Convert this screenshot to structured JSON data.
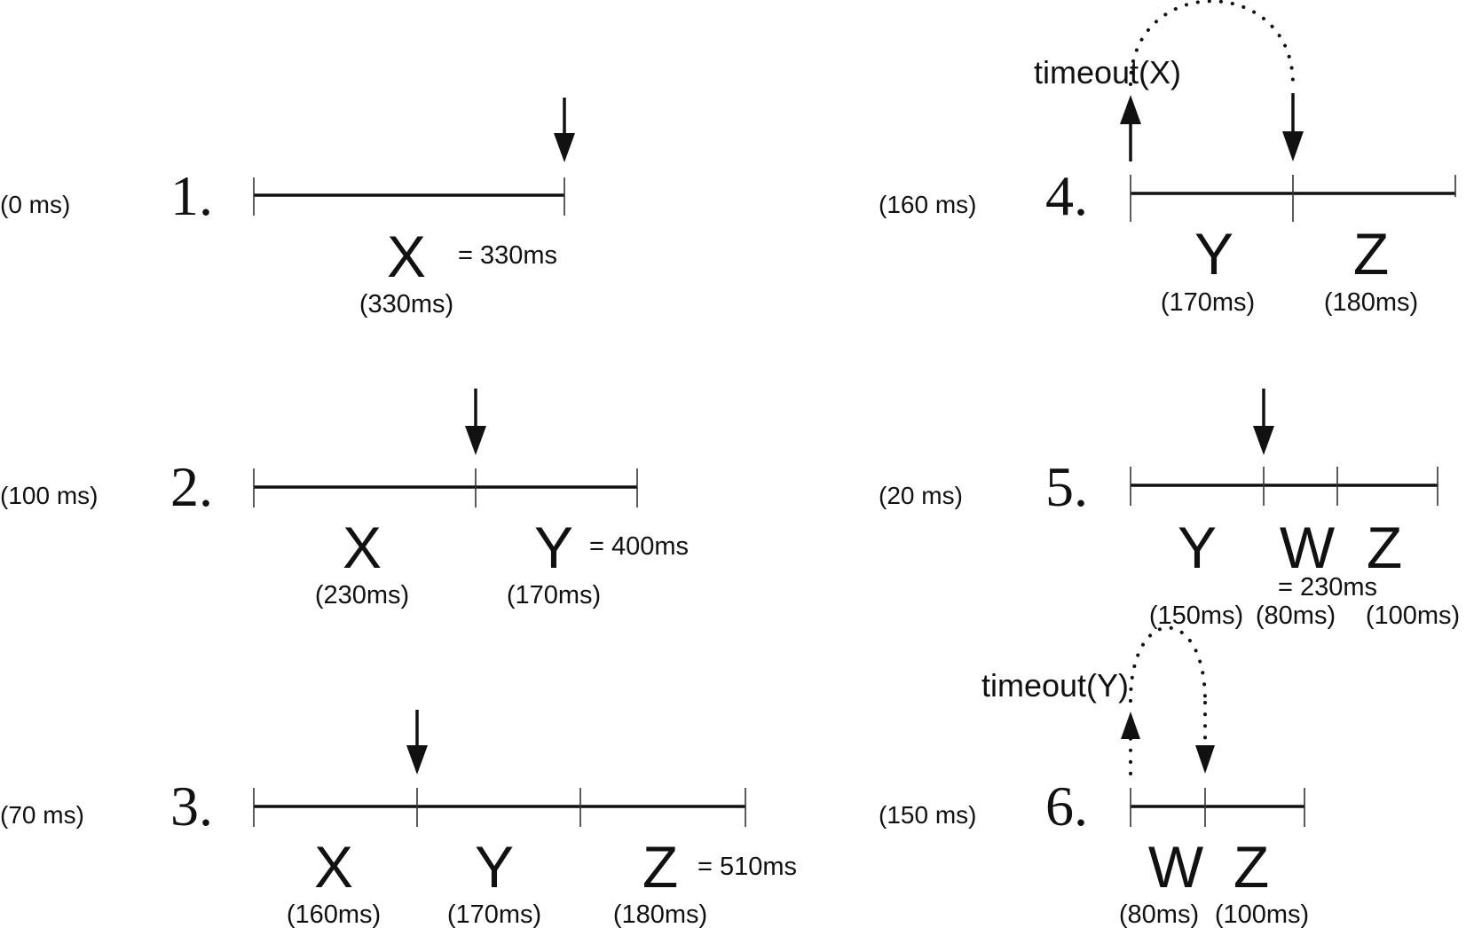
{
  "steps": [
    {
      "elapsed": "(0 ms)",
      "number": "1.",
      "segments": [
        {
          "letter": "X",
          "duration": "(330ms)"
        }
      ],
      "total": "= 330ms"
    },
    {
      "elapsed": "(100 ms)",
      "number": "2.",
      "segments": [
        {
          "letter": "X",
          "duration": "(230ms)"
        },
        {
          "letter": "Y",
          "duration": "(170ms)"
        }
      ],
      "total": "= 400ms"
    },
    {
      "elapsed": "(70 ms)",
      "number": "3.",
      "segments": [
        {
          "letter": "X",
          "duration": "(160ms)"
        },
        {
          "letter": "Y",
          "duration": "(170ms)"
        },
        {
          "letter": "Z",
          "duration": "(180ms)"
        }
      ],
      "total": "= 510ms"
    },
    {
      "elapsed": "(160 ms)",
      "number": "4.",
      "timeout": "timeout(X)",
      "segments": [
        {
          "letter": "Y",
          "duration": "(170ms)"
        },
        {
          "letter": "Z",
          "duration": "(180ms)"
        }
      ]
    },
    {
      "elapsed": "(20 ms)",
      "number": "5.",
      "segments": [
        {
          "letter": "Y",
          "duration": "(150ms)"
        },
        {
          "letter": "W",
          "duration": "(80ms)"
        },
        {
          "letter": "Z",
          "duration": "(100ms)"
        }
      ],
      "total": "= 230ms"
    },
    {
      "elapsed": "(150 ms)",
      "number": "6.",
      "timeout": "timeout(Y)",
      "segments": [
        {
          "letter": "W",
          "duration": "(80ms)"
        },
        {
          "letter": "Z",
          "duration": "(100ms)"
        }
      ]
    }
  ]
}
